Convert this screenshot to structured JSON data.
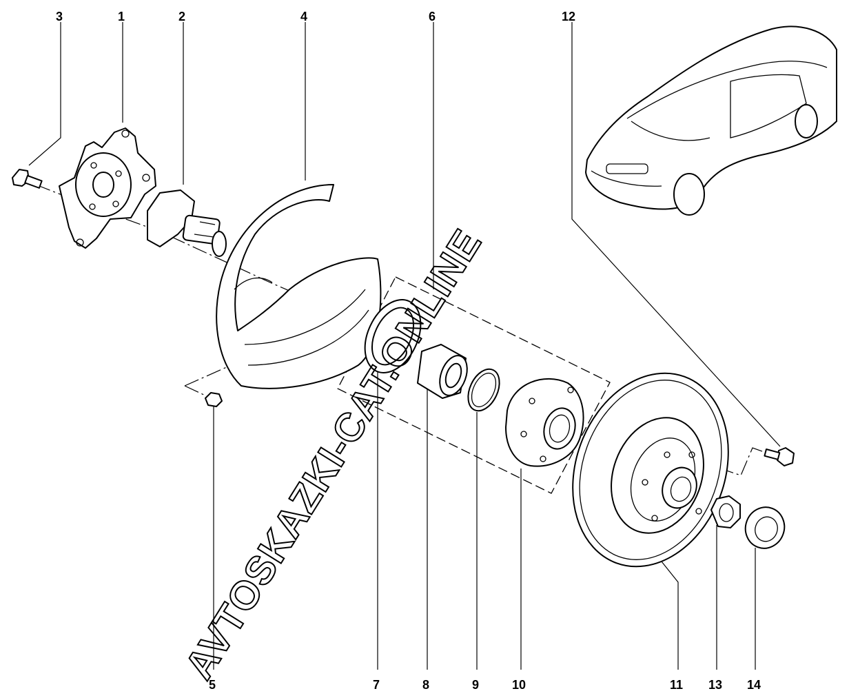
{
  "callouts": {
    "c1": "1",
    "c2": "2",
    "c3": "3",
    "c4": "4",
    "c5": "5",
    "c6": "6",
    "c7": "7",
    "c8": "8",
    "c9": "9",
    "c10": "10",
    "c11": "11",
    "c12": "12",
    "c13": "13",
    "c14": "14"
  },
  "watermark": "AVTOSKAZKI-CAT.ONLINE",
  "icons": {
    "car": "car-sedan-icon"
  }
}
